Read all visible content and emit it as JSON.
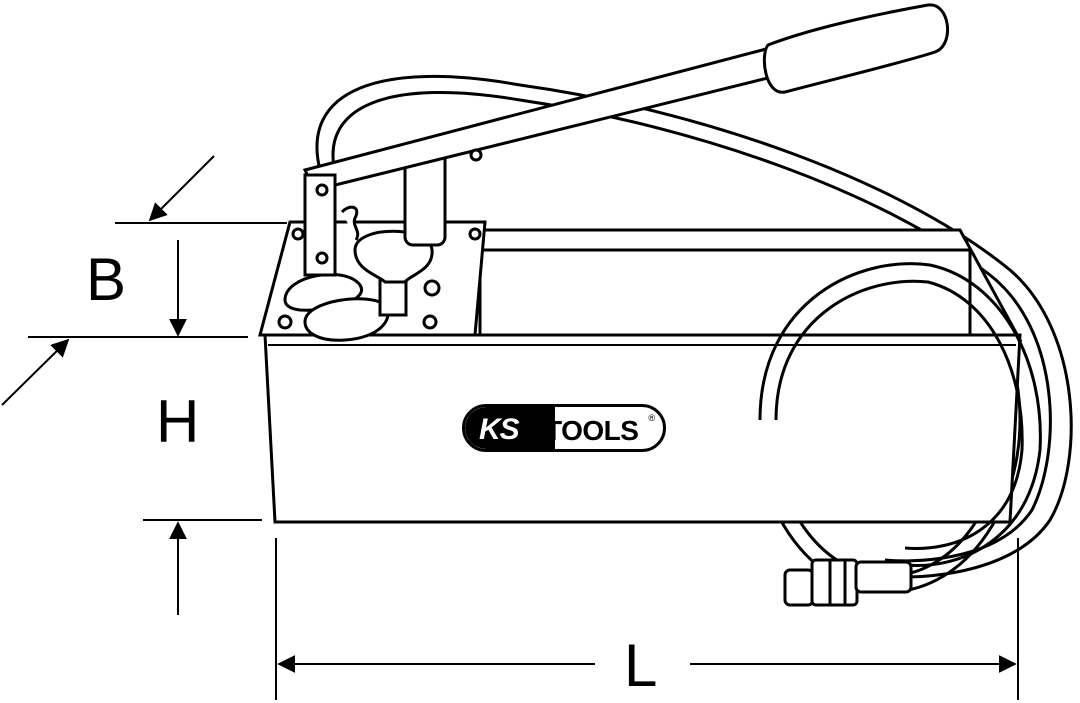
{
  "diagram": {
    "dimension_labels": {
      "b": "B",
      "h": "H",
      "l": "L"
    },
    "brand": {
      "ks": "KS",
      "tools": "TOOLS",
      "reg": "®"
    }
  }
}
